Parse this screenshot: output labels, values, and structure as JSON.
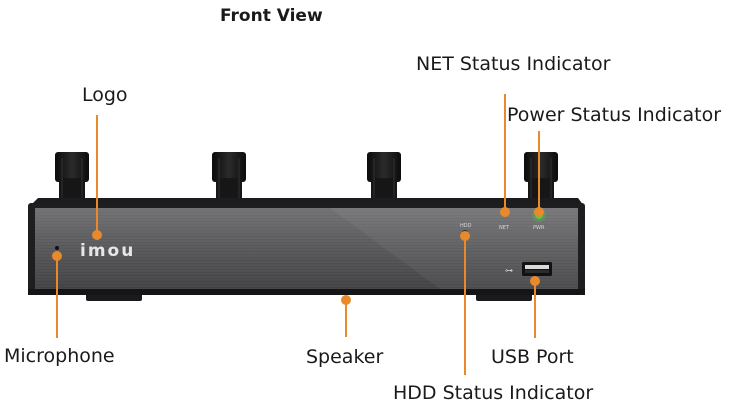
{
  "title": "Front View",
  "device": {
    "logo_text": "imou",
    "hdd_led_text": "HDD",
    "net_led_text": "NET",
    "pwr_led_text": "PWR",
    "usb_symbol_text": "⊶"
  },
  "callouts": {
    "logo": "Logo",
    "net": "NET Status Indicator",
    "power": "Power Status Indicator",
    "microphone": "Microphone",
    "speaker": "Speaker",
    "usb": "USB Port",
    "hdd": "HDD Status Indicator"
  },
  "colors": {
    "leader": "#E8892B",
    "power_led": "#3FD63F",
    "body": "#5B5B5D",
    "body_dark": "#242426",
    "antenna": "#1A1A1A"
  }
}
